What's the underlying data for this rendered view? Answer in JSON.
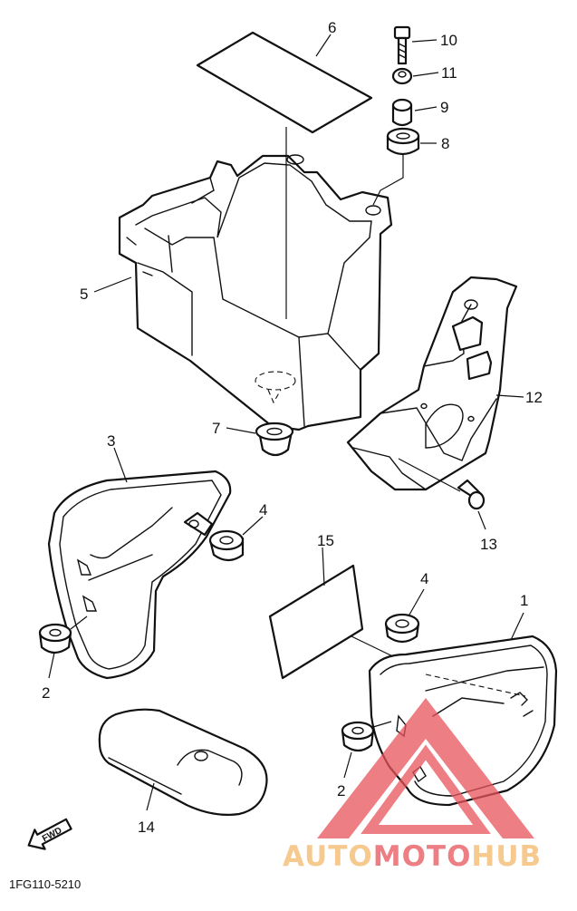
{
  "callouts": {
    "c1": "1",
    "c2a": "2",
    "c2b": "2",
    "c3": "3",
    "c4a": "4",
    "c4b": "4",
    "c5": "5",
    "c6": "6",
    "c7": "7",
    "c8": "8",
    "c9": "9",
    "c10": "10",
    "c11": "11",
    "c12": "12",
    "c13": "13",
    "c14": "14",
    "c15": "15"
  },
  "fwd_label": "FWD",
  "diagram_code": "1FG110-5210",
  "watermark": {
    "part1": "AUTO",
    "part2": "MOTO",
    "part3": "HUB",
    "colors": {
      "auto": "#f3b86a",
      "moto": "#e8535a",
      "hub": "#f3b86a",
      "triangle": "#e8535a"
    }
  }
}
